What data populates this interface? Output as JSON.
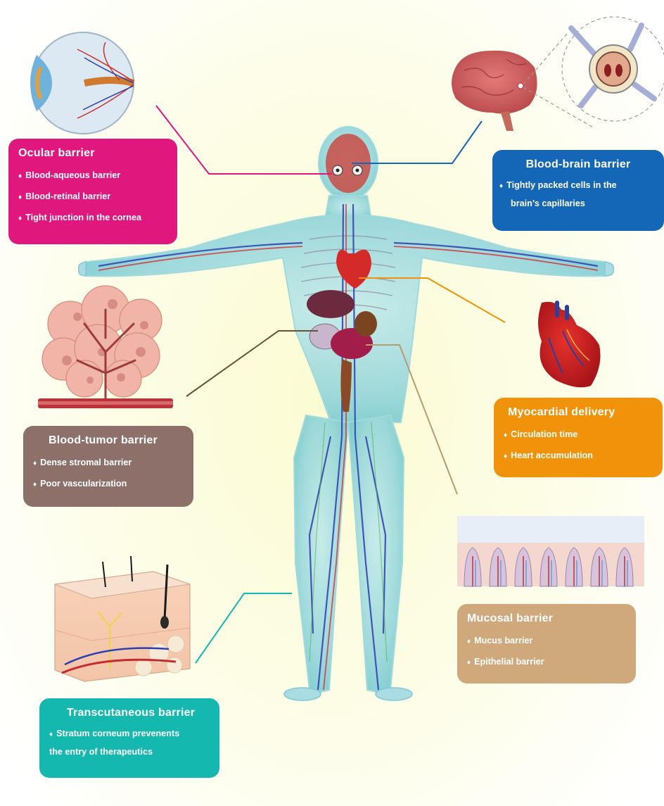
{
  "colors": {
    "ocular": "#e0187e",
    "brain": "#1467b7",
    "tumor": "#8e706b",
    "myocardial": "#f0920a",
    "mucosal": "#cfa87b",
    "transcutaneous": "#14b8ae"
  },
  "icons": [
    "eye-illustration",
    "brain-illustration",
    "tumor-illustration",
    "heart-illustration",
    "mucosa-illustration",
    "skin-illustration",
    "human-body-illustration"
  ],
  "barriers": {
    "ocular": {
      "title": "Ocular barrier",
      "items": [
        "Blood-aqueous barrier",
        "Blood-retinal barrier",
        "Tight junction in the cornea"
      ]
    },
    "brain": {
      "title": "Blood-brain barrier",
      "item_line1": "Tightly packed cells in the",
      "item_line2": "brain’s capillaries"
    },
    "tumor": {
      "title": "Blood-tumor barrier",
      "items": [
        "Dense stromal barrier",
        "Poor vascularization"
      ]
    },
    "myocardial": {
      "title": "Myocardial delivery",
      "items": [
        "Circulation time",
        "Heart accumulation"
      ]
    },
    "mucosal": {
      "title": "Mucosal barrier",
      "items": [
        "Mucus barrier",
        "Epithelial barrier"
      ]
    },
    "transcutaneous": {
      "title": "Transcutaneous barrier",
      "item_line1": "Stratum corneum prevenents",
      "item_line2": "the entry of therapeutics"
    }
  }
}
